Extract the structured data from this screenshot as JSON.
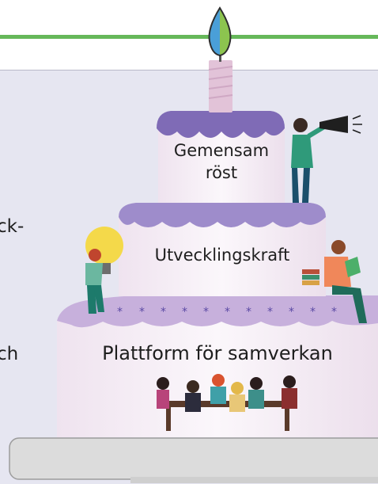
{
  "left_fragments": [
    "ck-",
    "ch"
  ],
  "cake": {
    "top_tier": {
      "line1": "Gemensam",
      "line2": "röst"
    },
    "middle_tier": "Utvecklingskraft",
    "bottom_tier": "Plattform för samverkan"
  },
  "colors": {
    "green_line": "#66b85a",
    "panel_bg": "#e6e6f1",
    "icing_purple": "#7f6bb6",
    "icing_lavender": "#b79ed3",
    "candle_pink": "#e2c3d8",
    "flame_blue": "#4a9fd8",
    "flame_green": "#8cc44f"
  },
  "icons": [
    "candle-flame-icon",
    "megaphone-icon",
    "lightbulb-icon",
    "book-icon",
    "team-meeting-icon"
  ]
}
